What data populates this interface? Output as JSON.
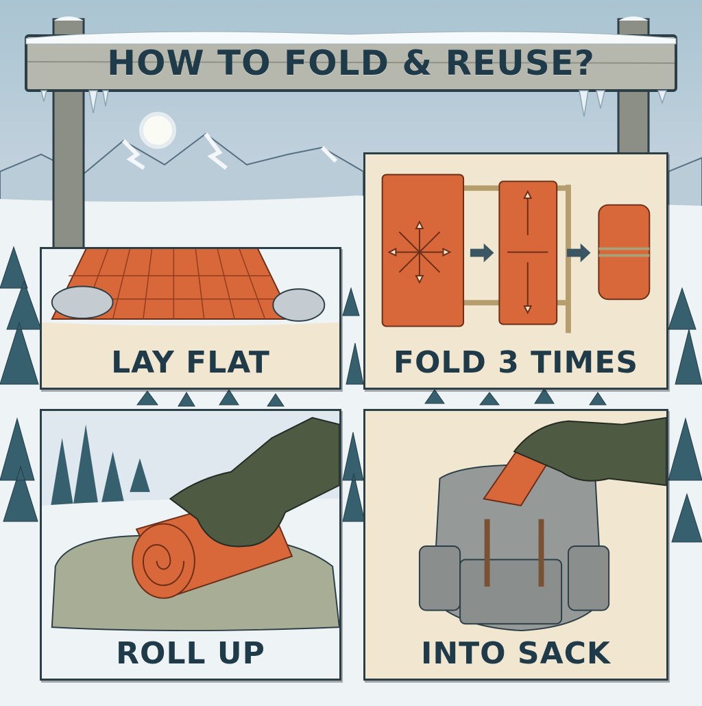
{
  "sign": {
    "title": "HOW TO FOLD & REUSE?"
  },
  "steps": [
    {
      "caption": "LAY FLAT"
    },
    {
      "caption": "FOLD 3 TIMES"
    },
    {
      "caption": "ROLL UP"
    },
    {
      "caption": "INTO SACK"
    }
  ],
  "colors": {
    "ink": "#1f3a48",
    "panel": "#f1e6cf",
    "blanket": "#d8683a",
    "snow": "#f4f7f9",
    "sky": "#d9e6ee"
  },
  "icons": [
    "sun-icon",
    "direction-arrow-icon",
    "arrow-right-icon",
    "glove-hand-icon",
    "backpack-icon"
  ]
}
